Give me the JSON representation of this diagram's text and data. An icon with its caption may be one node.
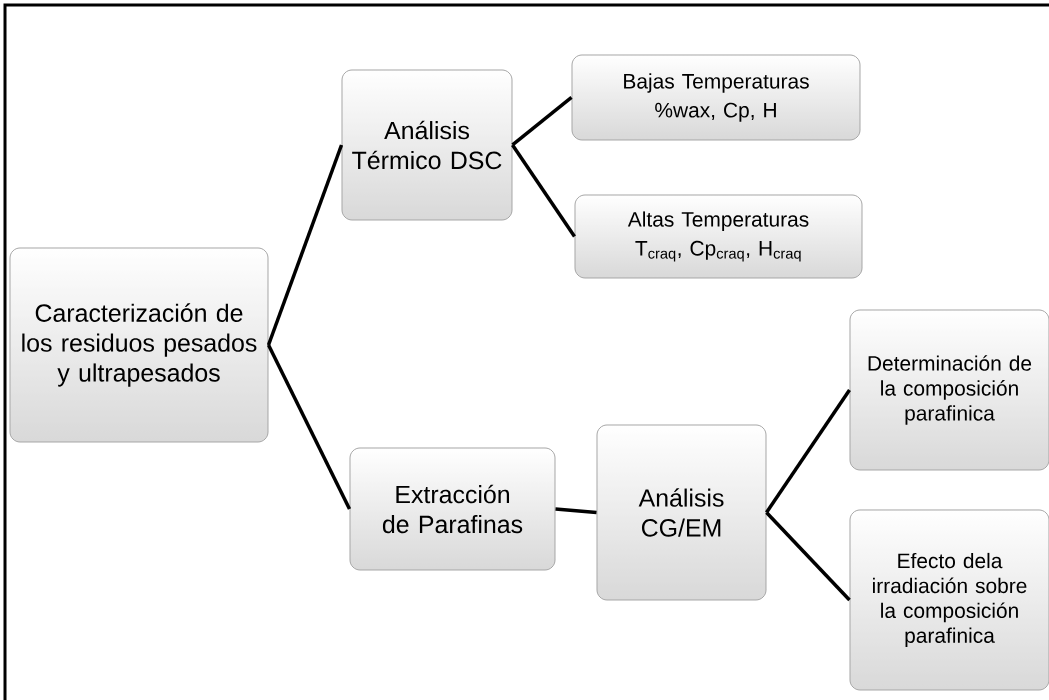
{
  "diagram": {
    "nodes": [
      {
        "text": [
          "Caracterización de los residuos pesados y ultrapesados"
        ]
      },
      {
        "text": [
          "Análisis Térmico DSC"
        ]
      },
      {
        "text": [
          "Bajas Temperaturas",
          "%wax, Cp, H"
        ]
      },
      {
        "text": [
          "Altas Temperaturas",
          "T$_{craq}$, Cp$_{craq}$, H$_{craq}$"
        ]
      },
      {
        "text": [
          "Extracción de Parafinas"
        ]
      },
      {
        "text": [
          "Análisis CG/EM"
        ]
      },
      {
        "text": [
          "Determinación de la composición parafinica"
        ]
      },
      {
        "text": [
          "Efecto dela irradiación sobre la composición parafinica"
        ]
      }
    ],
    "edges": [
      {
        "from": 0,
        "to": 1,
        "arrow": "none"
      },
      {
        "from": 0,
        "to": 4,
        "arrow": "none"
      },
      {
        "from": 1,
        "to": 2,
        "arrow": "none"
      },
      {
        "from": 1,
        "to": 3,
        "arrow": "none"
      },
      {
        "from": 4,
        "to": 5,
        "arrow": "none"
      },
      {
        "from": 5,
        "to": 6,
        "arrow": "none"
      },
      {
        "from": 5,
        "to": 7,
        "arrow": "none"
      }
    ]
  }
}
